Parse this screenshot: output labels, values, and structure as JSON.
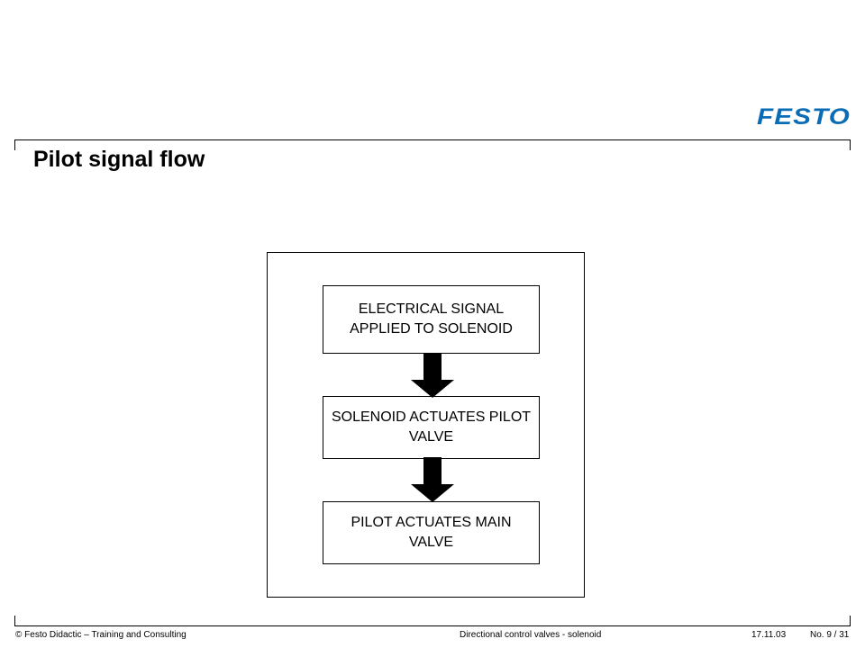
{
  "brand": {
    "logo_text": "FESTO",
    "color": "#0a6cb4"
  },
  "header": {
    "title": "Pilot signal flow"
  },
  "diagram": {
    "steps": [
      "ELECTRICAL SIGNAL APPLIED TO SOLENOID",
      "SOLENOID ACTUATES PILOT VALVE",
      "PILOT ACTUATES MAIN VALVE"
    ],
    "connectors": [
      "down-arrow-icon",
      "down-arrow-icon"
    ]
  },
  "footer": {
    "copyright": "© Festo Didactic – Training and Consulting",
    "topic": "Directional control valves - solenoid",
    "date": "17.11.03",
    "page": "No. 9 / 31"
  }
}
